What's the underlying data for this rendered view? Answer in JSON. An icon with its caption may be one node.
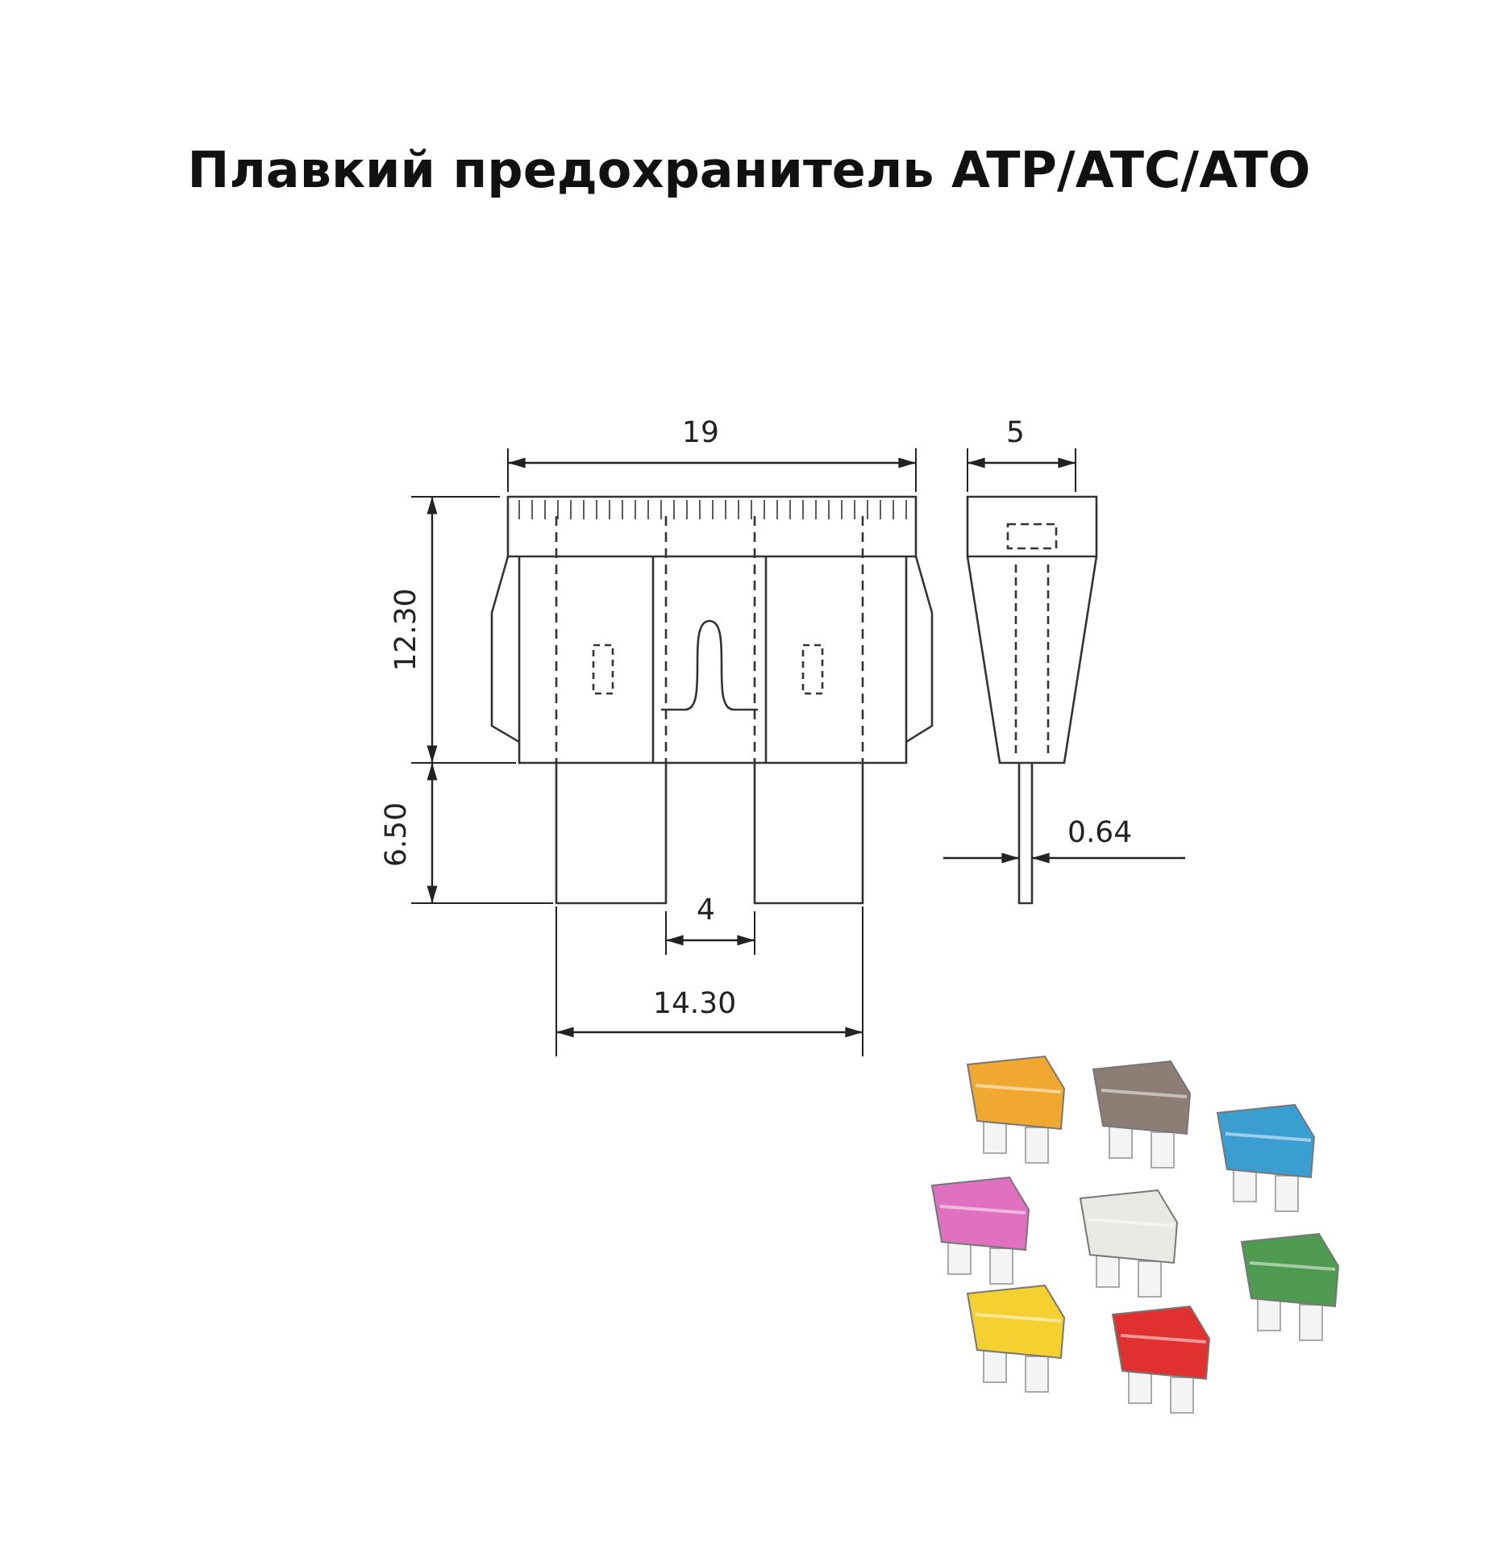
{
  "diagram": {
    "title": "Плавкий предохранитель ATP/ATC/ATO",
    "labels": [
      "19",
      "5",
      "12.30",
      "0.64",
      "6.50",
      "4",
      "14.30"
    ]
  }
}
